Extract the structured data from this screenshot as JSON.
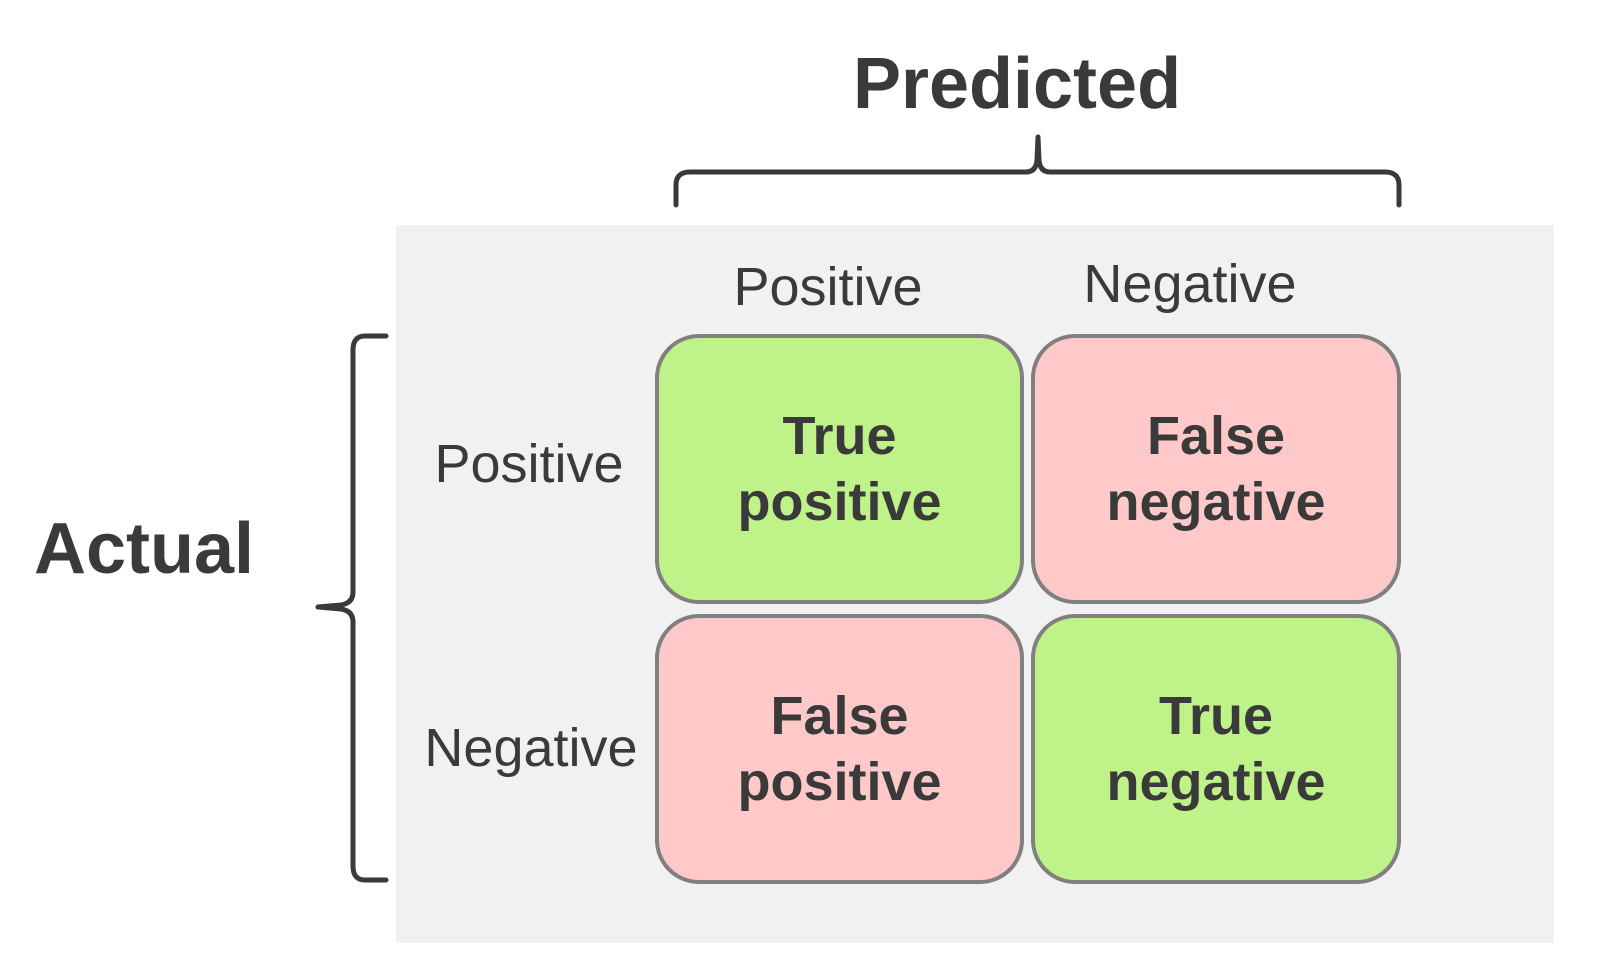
{
  "predicted_title": "Predicted",
  "actual_title": "Actual",
  "column_labels": [
    "Positive",
    "Negative"
  ],
  "row_labels": [
    "Positive",
    "Negative"
  ],
  "cells": [
    {
      "text": "True\npositive",
      "kind": "correct"
    },
    {
      "text": "False\nnegative",
      "kind": "wrong"
    },
    {
      "text": "False\npositive",
      "kind": "wrong"
    },
    {
      "text": "True\nnegative",
      "kind": "correct"
    }
  ],
  "colors": {
    "correct": "#c0f28a",
    "wrong": "#ffc9c9",
    "panel": "#f1f1f1",
    "text": "#3a3a3a",
    "cell_border": "#808080"
  }
}
